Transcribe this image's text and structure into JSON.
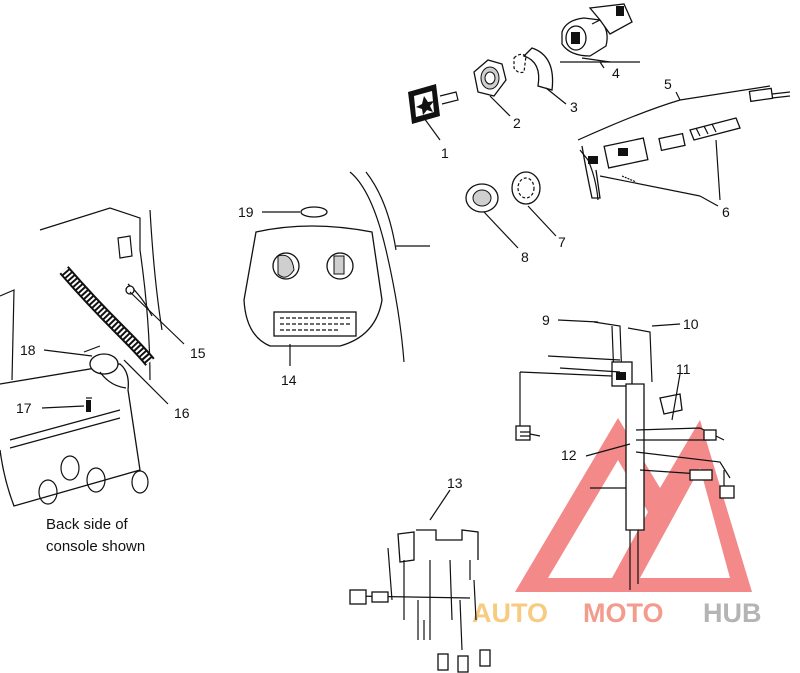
{
  "callouts": [
    {
      "n": "1"
    },
    {
      "n": "2"
    },
    {
      "n": "3"
    },
    {
      "n": "4"
    },
    {
      "n": "5"
    },
    {
      "n": "6"
    },
    {
      "n": "7"
    },
    {
      "n": "8"
    },
    {
      "n": "9"
    },
    {
      "n": "10"
    },
    {
      "n": "11"
    },
    {
      "n": "12"
    },
    {
      "n": "13"
    },
    {
      "n": "14"
    },
    {
      "n": "15"
    },
    {
      "n": "16"
    },
    {
      "n": "17"
    },
    {
      "n": "18"
    },
    {
      "n": "19"
    }
  ],
  "caption": {
    "line1": "Back side of",
    "line2": "console shown"
  },
  "watermark": {
    "auto": "AUTO",
    "moto": "MOTO",
    "hub": "HUB",
    "colors": {
      "auto": "#f6c36a",
      "moto": "#f28b7a",
      "hub": "#a7a7a7",
      "triangle": "#ef5c5c"
    }
  }
}
